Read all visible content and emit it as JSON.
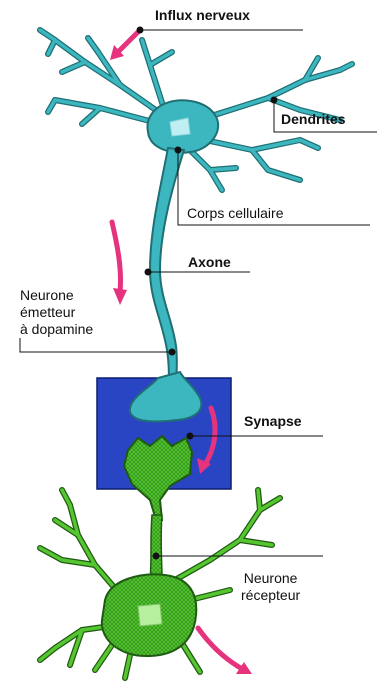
{
  "labels": {
    "influx": "Influx nerveux",
    "dendrites": "Dendrites",
    "corps": "Corps cellulaire",
    "axone": "Axone",
    "emetteur": [
      "Neurone",
      "émetteur",
      "à dopamine"
    ],
    "synapse": "Synapse",
    "recepteur": [
      "Neurone",
      "récepteur"
    ]
  },
  "colors": {
    "emitter_neuron": "#3cb7bf",
    "emitter_outline": "#1f6f74",
    "receptor_neuron": "#55c630",
    "receptor_outline": "#1f5a12",
    "synapse_box": "#2a45c4",
    "arrow": "#e5337d",
    "leader_line": "#111111"
  }
}
